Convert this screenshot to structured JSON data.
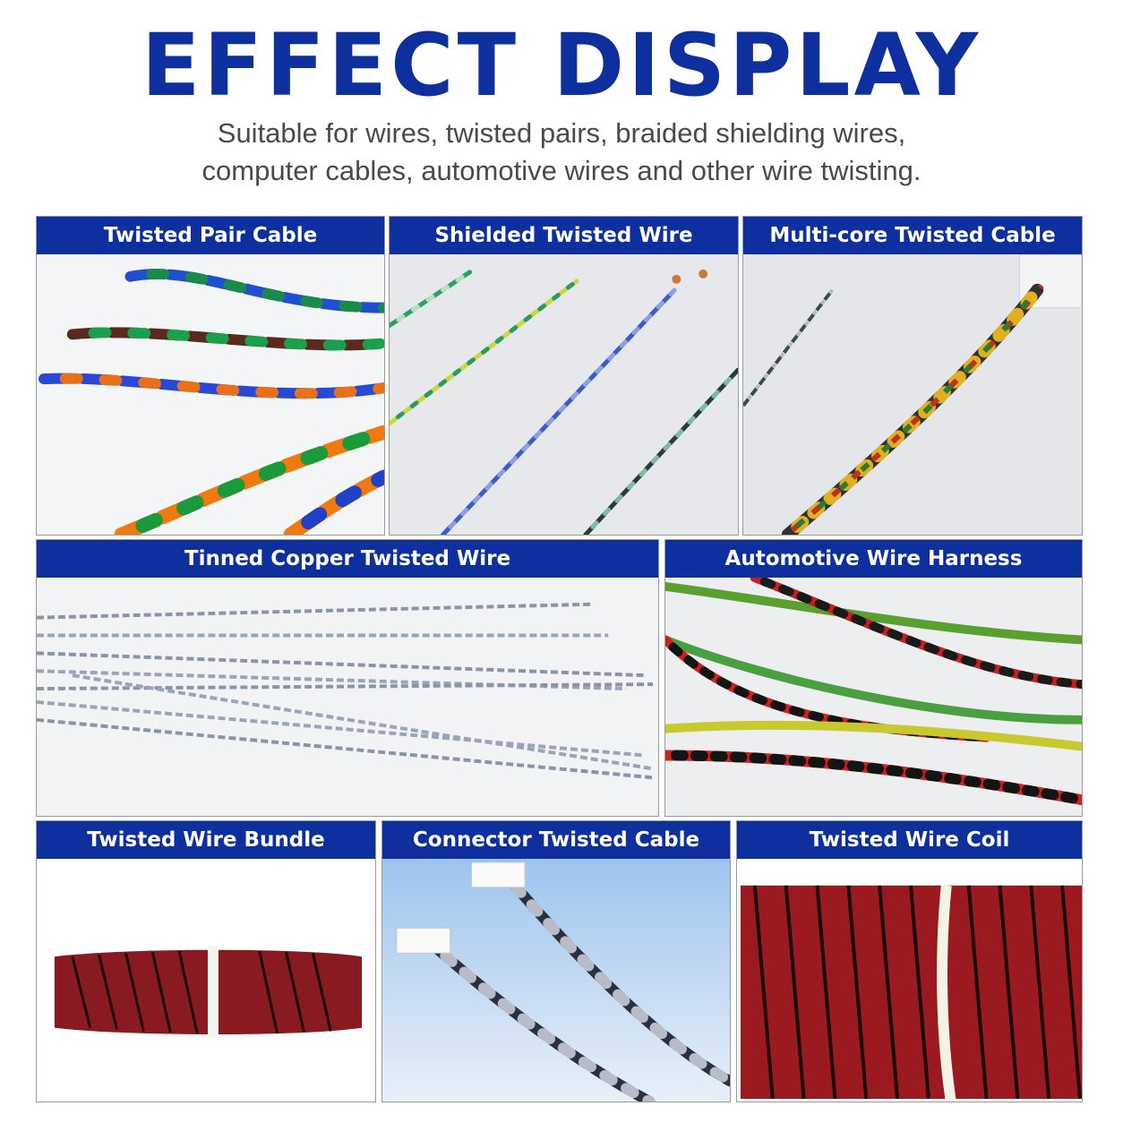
{
  "header": {
    "title": "EFFECT DISPLAY",
    "subtitle_line1": "Suitable for wires, twisted pairs, braided shielding wires,",
    "subtitle_line2": "computer cables, automotive wires and other wire twisting."
  },
  "panels": [
    {
      "label": "Twisted Pair Cable"
    },
    {
      "label": "Shielded Twisted Wire"
    },
    {
      "label": "Multi-core Twisted Cable"
    },
    {
      "label": "Tinned Copper Twisted Wire"
    },
    {
      "label": "Automotive Wire Harness"
    },
    {
      "label": "Twisted Wire Bundle"
    },
    {
      "label": "Connector Twisted Cable"
    },
    {
      "label": "Twisted Wire Coil"
    }
  ],
  "colors": {
    "accent": "#0e2f9e",
    "subtitle_text": "#4a4a4a"
  }
}
